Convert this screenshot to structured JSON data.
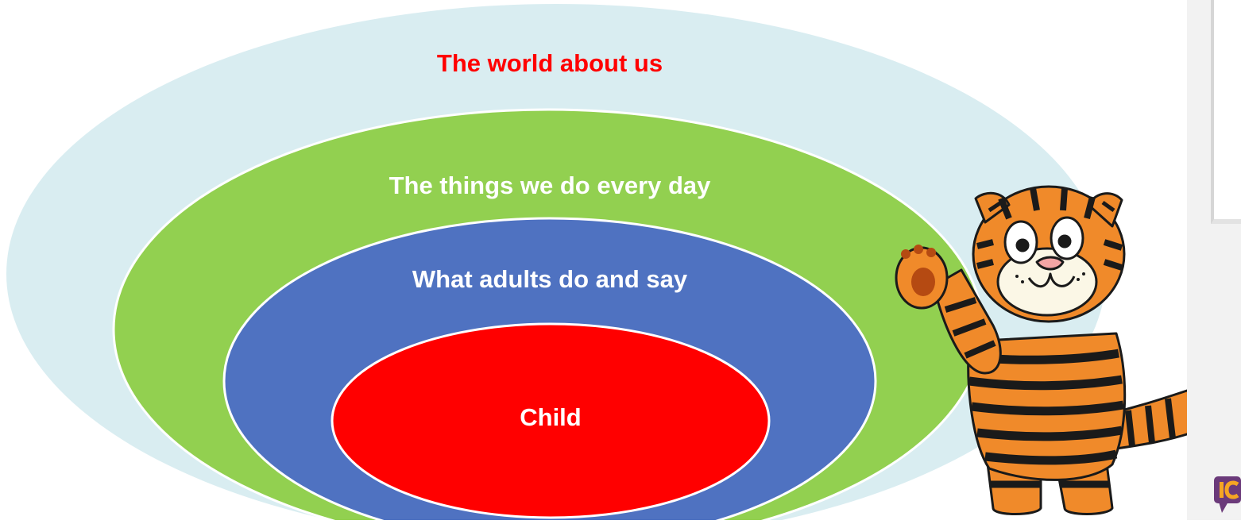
{
  "diagram": {
    "rings": [
      {
        "id": "outer",
        "label": "The world about us",
        "fill": "#d9edf1",
        "text_color": "#ff0000"
      },
      {
        "id": "second",
        "label": "The things we do every day",
        "fill": "#92d050",
        "text_color": "#ffffff"
      },
      {
        "id": "third",
        "label": "What  adults do and say",
        "fill": "#4f72c1",
        "text_color": "#ffffff"
      },
      {
        "id": "core",
        "label": "Child",
        "fill": "#ff0000",
        "text_color": "#ffffff"
      }
    ],
    "mascot": "tiger-mascot",
    "logo_icon": "speech-bubble-logo-icon"
  }
}
